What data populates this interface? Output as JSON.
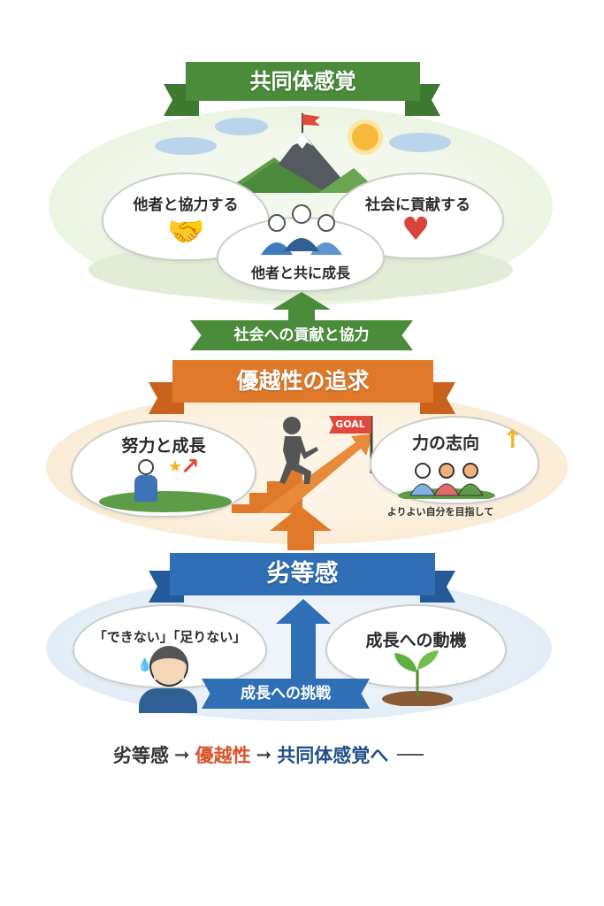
{
  "community": {
    "title": "共同体感覚",
    "bubble_left": "他者と協力する",
    "bubble_right": "社会に貢献する",
    "bubble_center": "他者と共に成長",
    "band": "社会への貢献と協力",
    "color": "#4a8c3a"
  },
  "superiority": {
    "title": "優越性の追求",
    "bubble_left": "努力と成長",
    "bubble_right": "力の志向",
    "bubble_right_caption": "よりよい自分を目指して",
    "goal_flag": "GOAL",
    "color": "#e07a2a"
  },
  "inferiority": {
    "title": "劣等感",
    "bubble_left": "「できない」「足りない」",
    "bubble_right": "成長への動機",
    "band": "成長への挑戦",
    "color": "#2f6fb5"
  },
  "summary": {
    "step1": "劣等感",
    "step2": "優越性",
    "step3": "共同体感覚へ",
    "step1_color": "#333333",
    "step2_color": "#d9542a",
    "step3_color": "#1f4f86"
  }
}
